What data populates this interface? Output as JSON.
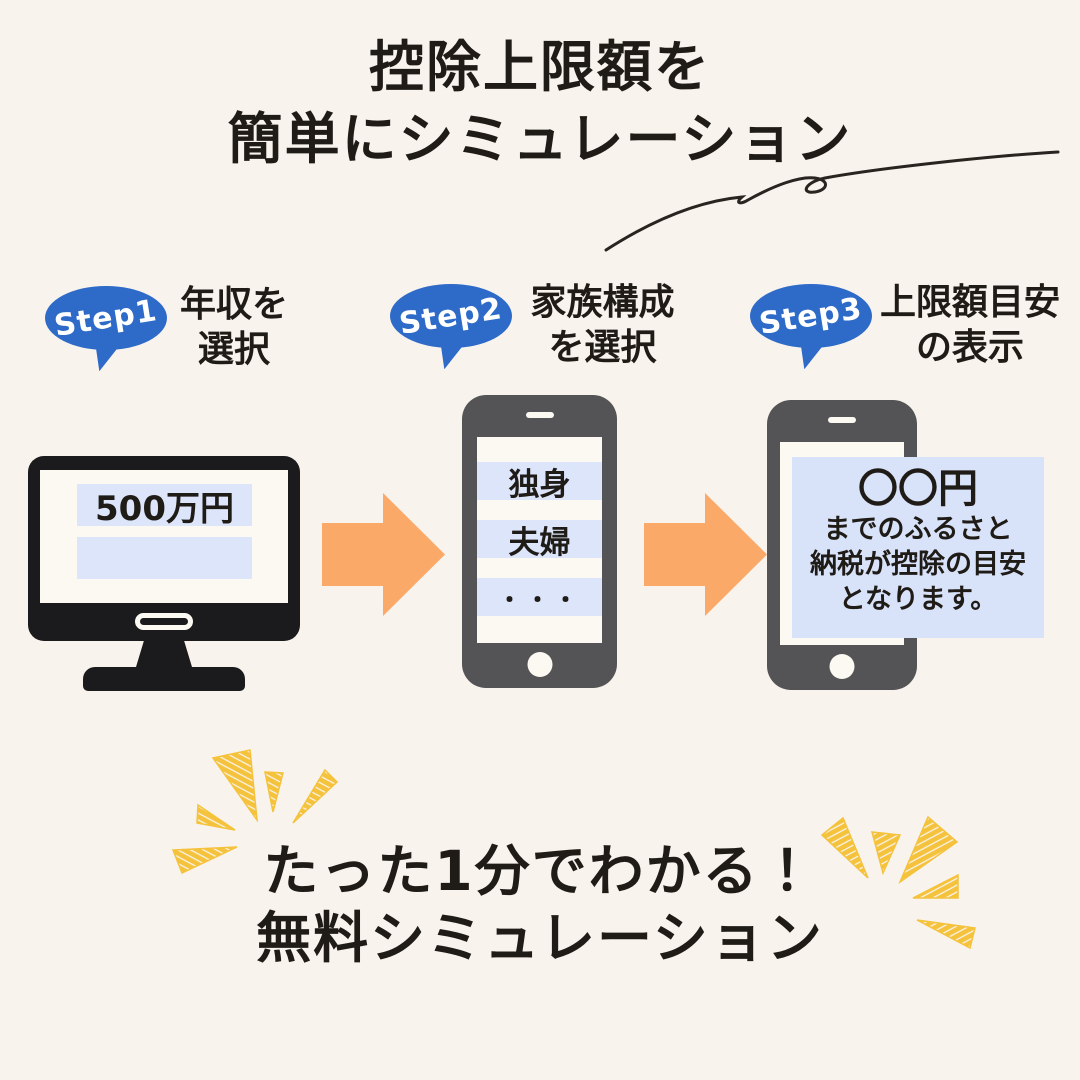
{
  "title": {
    "line1": "控除上限額を",
    "line2": "簡単にシミュレーション"
  },
  "steps": [
    {
      "badge": "Step1",
      "label_line1": "年収を",
      "label_line2": "選択"
    },
    {
      "badge": "Step2",
      "label_line1": "家族構成",
      "label_line2": "を選択"
    },
    {
      "badge": "Step3",
      "label_line1": "上限額目安",
      "label_line2": "の表示"
    }
  ],
  "monitor": {
    "income_value": "500万円"
  },
  "family_options": [
    "独身",
    "夫婦",
    "・・・"
  ],
  "result": {
    "amount": "〇〇円",
    "line1": "までのふるさと",
    "line2": "納税が控除の目安",
    "line3": "となります。"
  },
  "footer": {
    "line1": "たった1分でわかる！",
    "line2": "無料シミュレーション"
  },
  "colors": {
    "background": "#F8F3EC",
    "accent_blue": "#2E6AC8",
    "arrow_orange": "#FAA968",
    "highlight_yellow": "#F5C23B",
    "field_blue": "#DCE5FA",
    "panel_blue": "#D8E2F8",
    "device_gray": "#545456",
    "monitor_black": "#1B1B1D",
    "text_black": "#1F1B17"
  }
}
